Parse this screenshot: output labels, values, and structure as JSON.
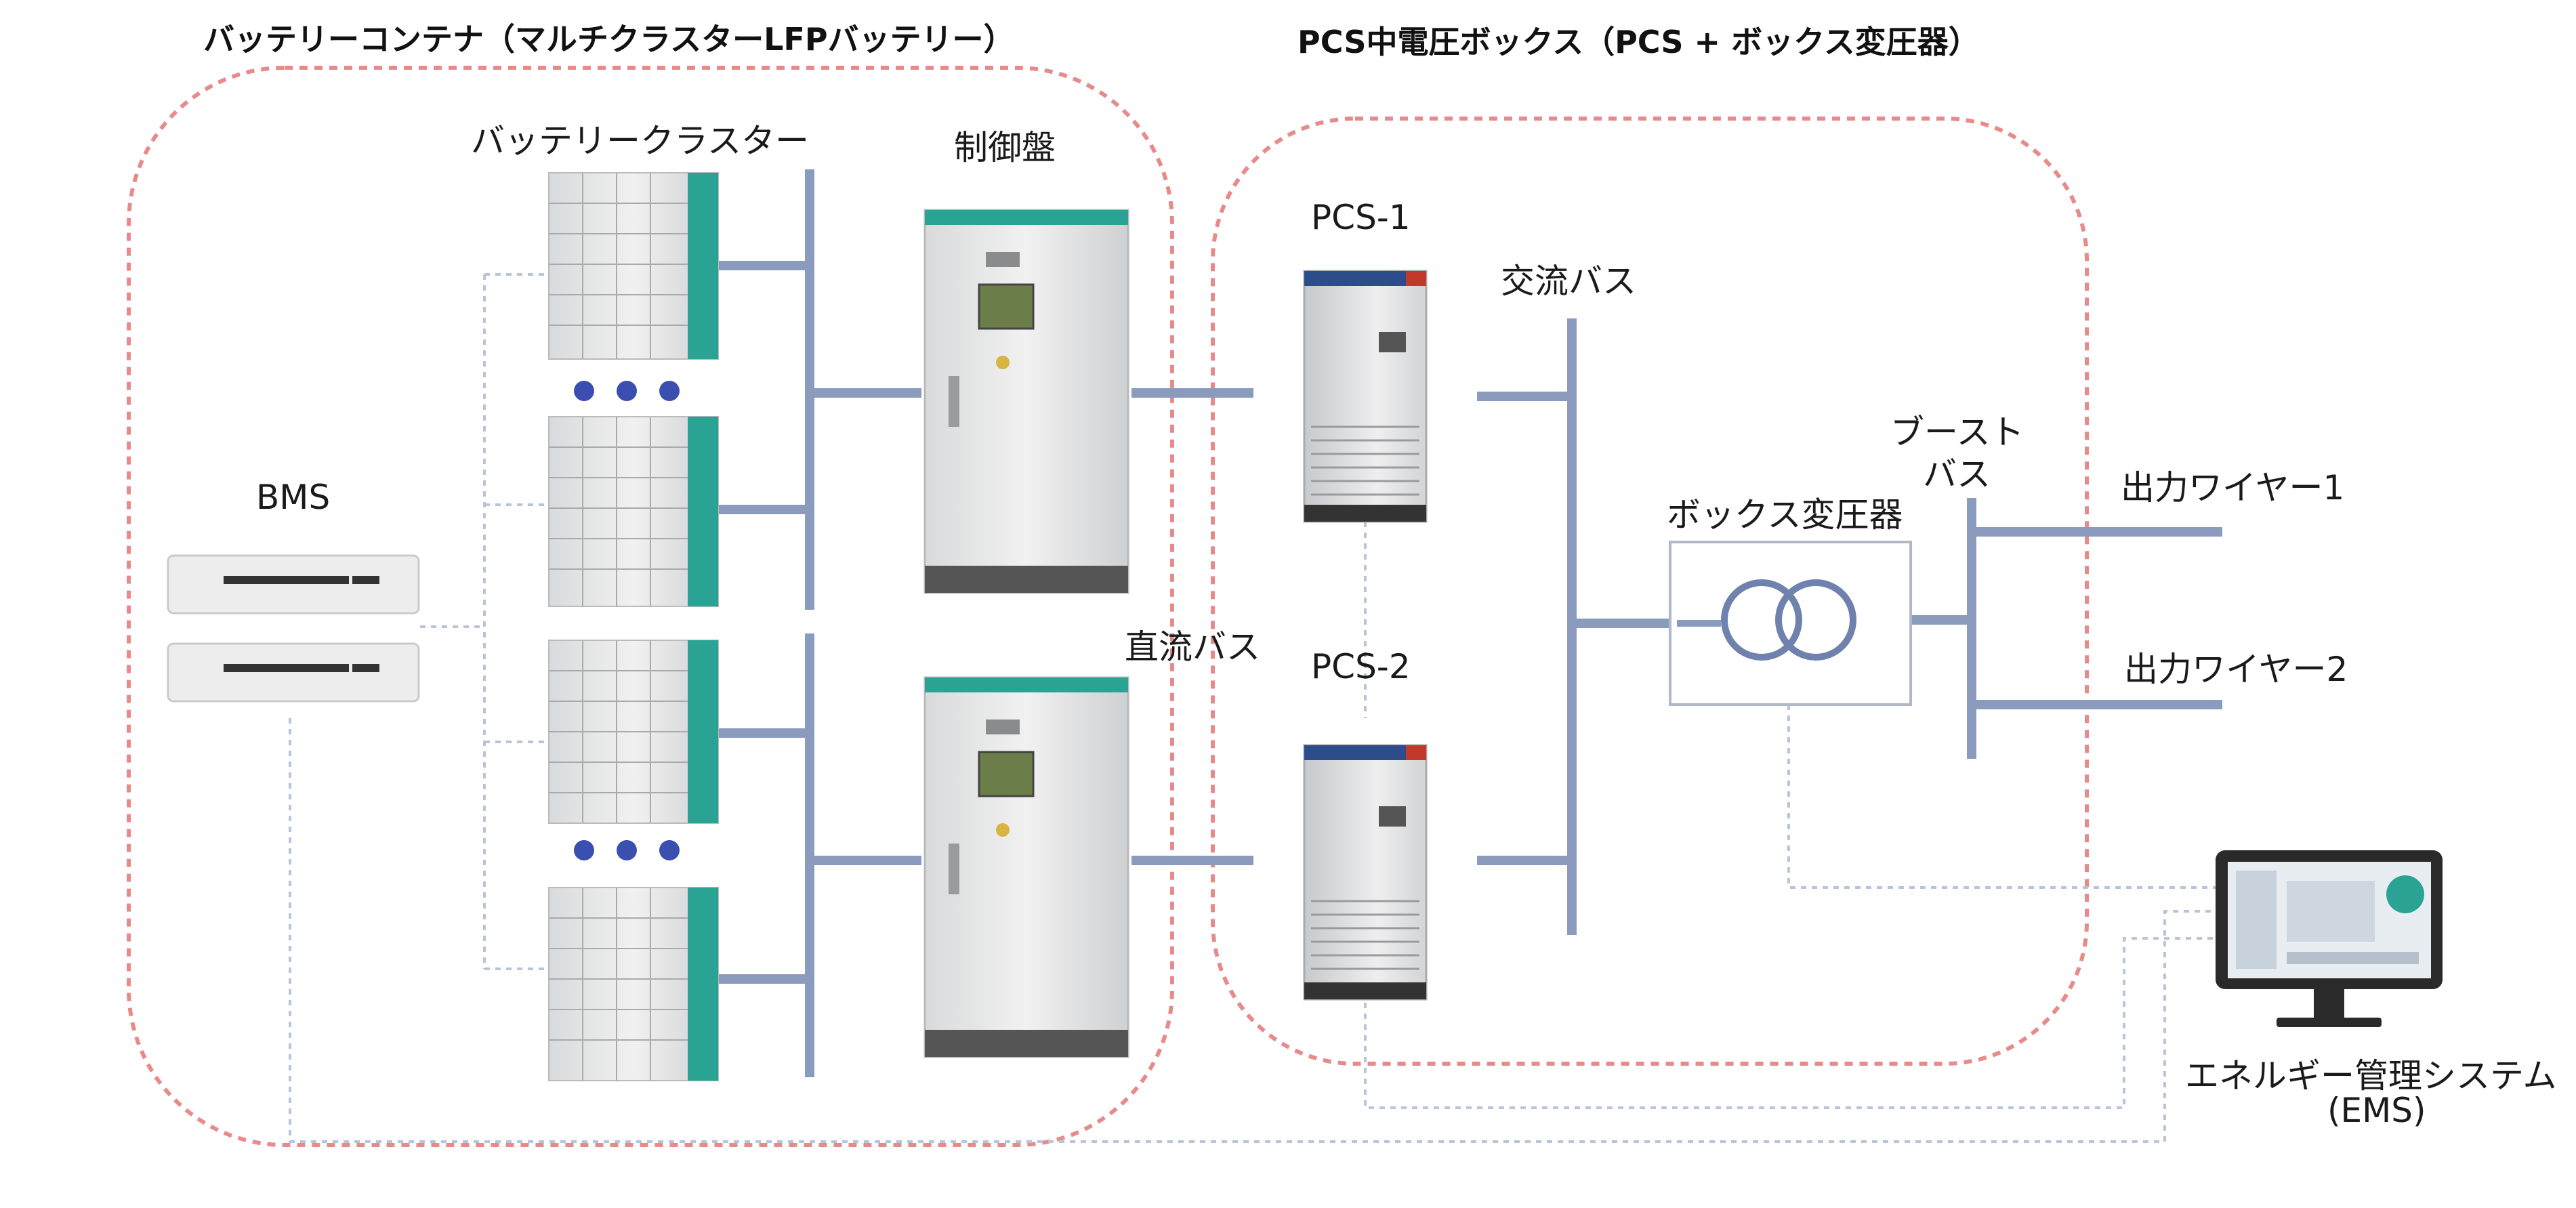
{
  "battery_container": {
    "title": "バッテリーコンテナ（マルチクラスターLFPバッテリー）",
    "cluster_label": "バッテリークラスター",
    "control_panel_label": "制御盤",
    "bms_label": "BMS",
    "dc_bus_label": "直流バス"
  },
  "pcs_box": {
    "title": "PCS中電圧ボックス（PCS + ボックス変圧器）",
    "pcs1_label": "PCS-1",
    "pcs2_label": "PCS-2",
    "ac_bus_label": "交流バス",
    "transformer_label": "ボックス変圧器"
  },
  "boost_bus": {
    "label_line1": "ブースト",
    "label_line2": "バス"
  },
  "outputs": {
    "wire1": "出力ワイヤー1",
    "wire2": "出力ワイヤー2"
  },
  "ems": {
    "label_line1": "エネルギー管理システム",
    "label_line2": "(EMS)"
  },
  "colors": {
    "bus_line": "#8a9bbd",
    "dashed_boundary": "#e88a8a",
    "comm_line": "#b8c4dc",
    "dots": "#3a4fb0",
    "cabinet_teal": "#2aa394"
  }
}
